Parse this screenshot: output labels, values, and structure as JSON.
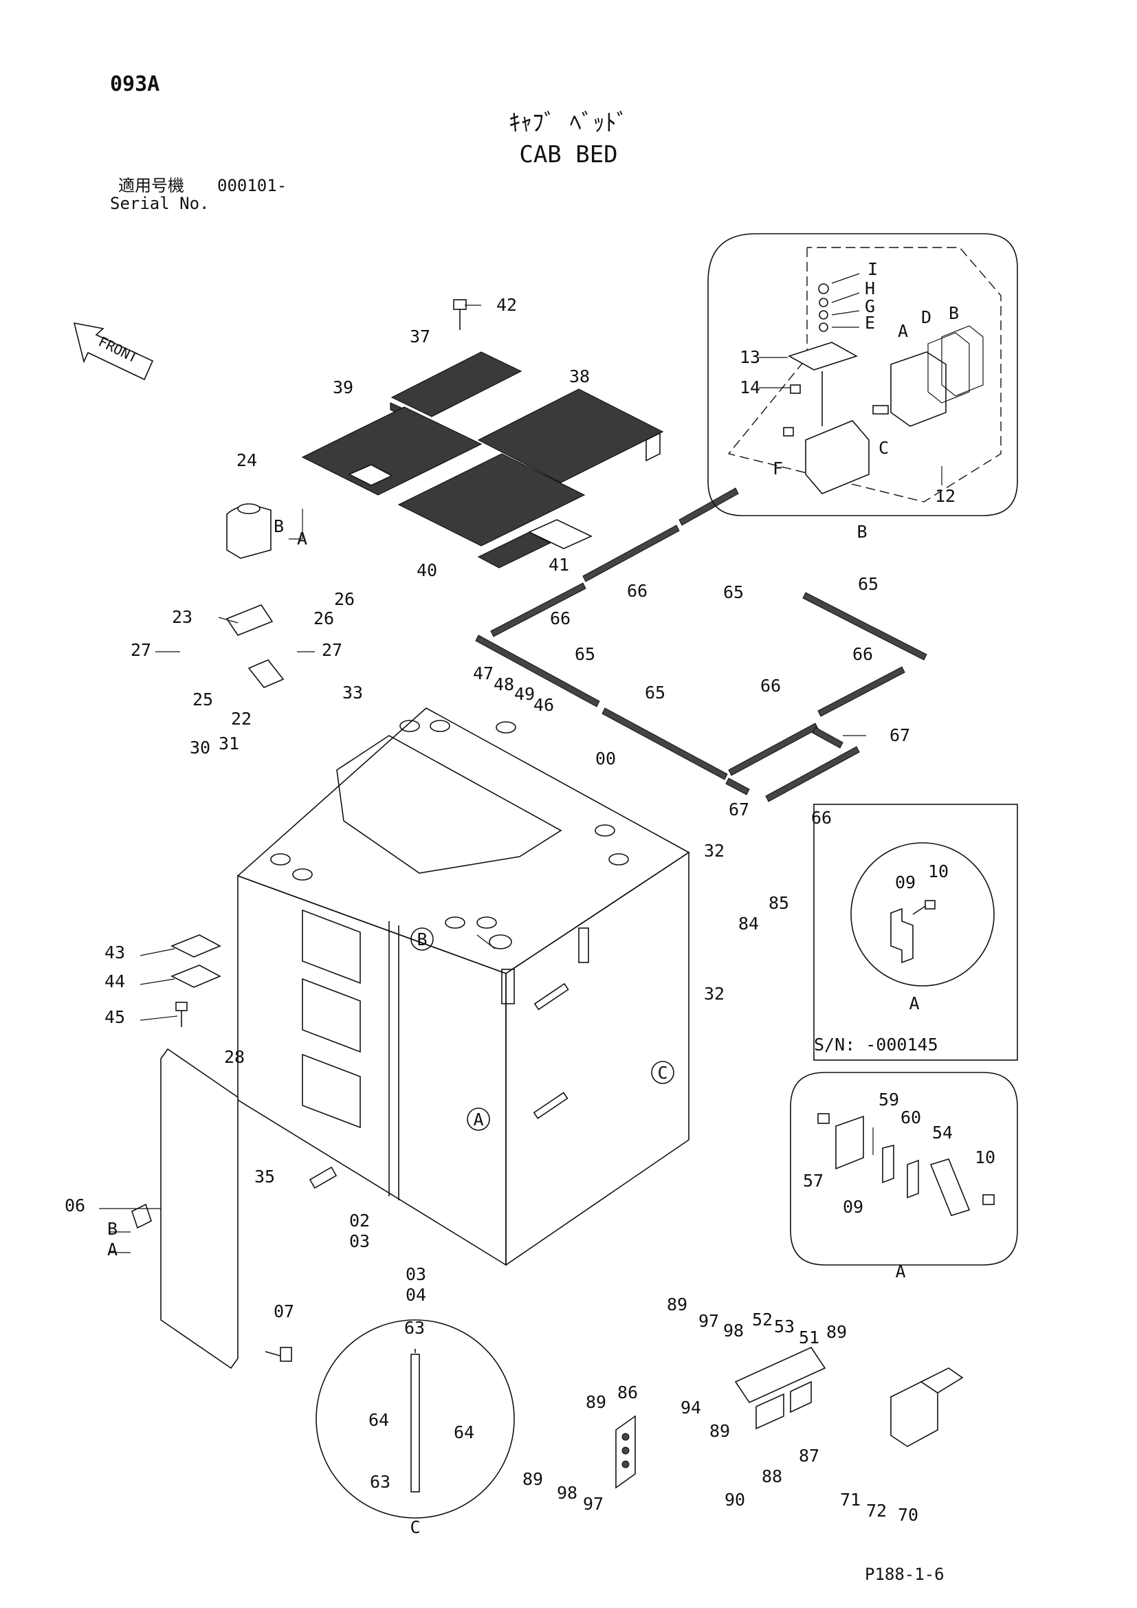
{
  "header": {
    "page_code": "093A",
    "title_jp": "ｷｬﾌﾞ ﾍﾞｯﾄﾞ",
    "title_en": "CAB BED",
    "serial_label_jp": "適用号機",
    "serial_value": "000101-",
    "serial_label_en": "Serial No."
  },
  "front_label": "FRONT",
  "footer": {
    "page_ref": "P188-1-6"
  },
  "detail_b": {
    "label": "B",
    "letters": [
      "I",
      "H",
      "G",
      "E",
      "A",
      "D",
      "B",
      "C",
      "F"
    ]
  },
  "detail_a_old": {
    "label": "A",
    "serial_note": "S/N: -000145"
  },
  "detail_a_new": {
    "label": "A"
  },
  "detail_c": {
    "label": "C"
  },
  "callouts": {
    "c00": "00",
    "c02": "02",
    "c03a": "03",
    "c03b": "03",
    "c04": "04",
    "c06": "06",
    "c07": "07",
    "c09a": "09",
    "c09b": "09",
    "c10a": "10",
    "c10b": "10",
    "c12": "12",
    "c13": "13",
    "c14": "14",
    "c22": "22",
    "c23": "23",
    "c24": "24",
    "c25": "25",
    "c26a": "26",
    "c26b": "26",
    "c27a": "27",
    "c27b": "27",
    "c28": "28",
    "c30": "30",
    "c31": "31",
    "c32a": "32",
    "c32b": "32",
    "c33": "33",
    "c35": "35",
    "c37": "37",
    "c38": "38",
    "c39": "39",
    "c40": "40",
    "c41": "41",
    "c42": "42",
    "c43": "43",
    "c44": "44",
    "c45": "45",
    "c46": "46",
    "c47": "47",
    "c48": "48",
    "c49": "49",
    "c51": "51",
    "c52": "52",
    "c53": "53",
    "c54": "54",
    "c57": "57",
    "c59": "59",
    "c60": "60",
    "c63a": "63",
    "c63b": "63",
    "c64a": "64",
    "c64b": "64",
    "c65a": "65",
    "c65b": "65",
    "c65c": "65",
    "c65d": "65",
    "c66a": "66",
    "c66b": "66",
    "c66c": "66",
    "c66d": "66",
    "c66e": "66",
    "c67a": "67",
    "c67b": "67",
    "c70": "70",
    "c71": "71",
    "c72": "72",
    "c84": "84",
    "c85": "85",
    "c86": "86",
    "c87": "87",
    "c88": "88",
    "c89a": "89",
    "c89b": "89",
    "c89c": "89",
    "c89d": "89",
    "c89e": "89",
    "c90": "90",
    "c94": "94",
    "c97a": "97",
    "c97b": "97",
    "c98a": "98",
    "c98b": "98",
    "ltrA24": "A",
    "ltrB24": "B",
    "ltrA06": "A",
    "ltrB06": "B",
    "refA": "A",
    "refB": "B",
    "refC": "C"
  }
}
